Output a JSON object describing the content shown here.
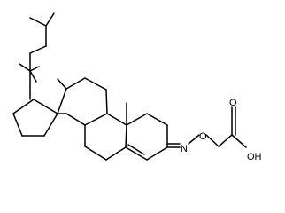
{
  "molecule": {
    "atoms": {
      "nitrogen": "N",
      "oxygen_ether": "O",
      "oxygen_carbonyl": "O",
      "hydroxyl": "OH"
    },
    "colors": {
      "bond": "#000000",
      "background": "#ffffff"
    }
  }
}
